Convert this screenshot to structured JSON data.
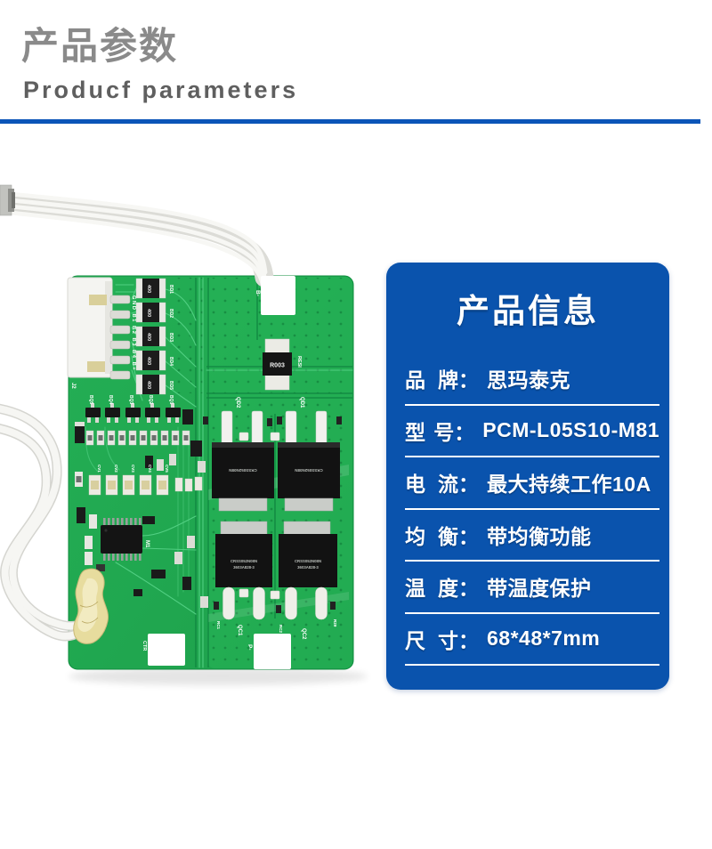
{
  "header": {
    "title_zh": "产品参数",
    "title_en": "Producf parameters"
  },
  "colors": {
    "divider_blue": "#0b55b8",
    "card_blue": "#0a53ad",
    "pcb_green": "#1fa84f",
    "title_gray": "#8a8a8a",
    "subtitle_gray": "#5f5f5f"
  },
  "card": {
    "title": "产品信息",
    "rows": [
      {
        "label": "品 牌",
        "colon": "：",
        "value": "思玛泰克"
      },
      {
        "label": "型 号",
        "colon": "：",
        "value": "PCM-L05S10-M81"
      },
      {
        "label": "电 流",
        "colon": "：",
        "value": "最大持续工作10A"
      },
      {
        "label": "均 衡",
        "colon": "：",
        "value": "带均衡功能"
      },
      {
        "label": "温 度",
        "colon": "：",
        "value": "带温度保护"
      },
      {
        "label": "尺 寸",
        "colon": "：",
        "value": "68*48*7mm"
      }
    ]
  },
  "pcb": {
    "labels": {
      "j2": "J2",
      "pins": "GND B1 B2 B3 B4 B+",
      "bd1": "BD1",
      "bd2": "BD2",
      "bd3": "BD3",
      "bd4": "BD4",
      "bd5": "BD5",
      "bq1": "BQ1",
      "bq2": "BQ2",
      "bq3": "BQ3",
      "bq4": "BQ4",
      "bq5": "BQ5",
      "cv1": "CV1",
      "cv2": "CV2",
      "cv3": "CV3",
      "cv4": "CV4",
      "cv5": "CV5",
      "m1": "M1",
      "r003": "R003",
      "resi": "RESI",
      "b_minus": "B-",
      "p_minus": "P-",
      "ctr": "CTR",
      "qd1": "QD1",
      "qd2": "QD2",
      "qc1": "QC1",
      "qc2": "QC2",
      "rc1": "RC1",
      "rc2": "RC2",
      "r29": "R29",
      "res400": "400",
      "mosfet_marking": "CRSS052N08N",
      "mosfet_marking2": "3603A828-3"
    }
  }
}
